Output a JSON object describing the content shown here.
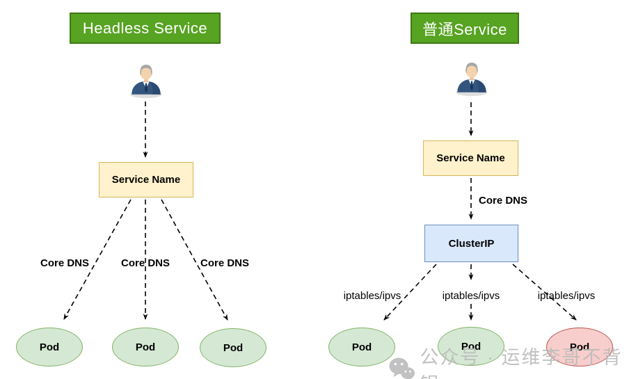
{
  "diagram": {
    "left": {
      "title": "Headless Service",
      "service_name": "Service Name",
      "edge_labels": [
        "Core DNS",
        "Core DNS",
        "Core DNS"
      ],
      "pods": [
        "Pod",
        "Pod",
        "Pod"
      ]
    },
    "right": {
      "title": "普通Service",
      "service_name": "Service Name",
      "core_dns_label": "Core DNS",
      "cluster_ip": "ClusterIP",
      "edge_labels": [
        "iptables/ipvs",
        "iptables/ipvs",
        "iptables/ipvs"
      ],
      "pods": [
        "Pod",
        "Pod",
        "Pod"
      ]
    },
    "colors": {
      "header_green": "#57a322",
      "header_green_border": "#3e7a15",
      "service_box_fill": "#fff2cc",
      "service_box_border": "#d6b656",
      "clusterip_fill": "#dae8fc",
      "clusterip_border": "#6c8ebf",
      "pod_green_fill": "#d5e8d4",
      "pod_green_border": "#82b366",
      "pod_red_fill": "#f8cecc",
      "pod_red_border": "#b85450",
      "watermark_gray": "#bcbcbc"
    }
  },
  "watermark": {
    "text": "公众号 · 运维李哥不背锅"
  }
}
